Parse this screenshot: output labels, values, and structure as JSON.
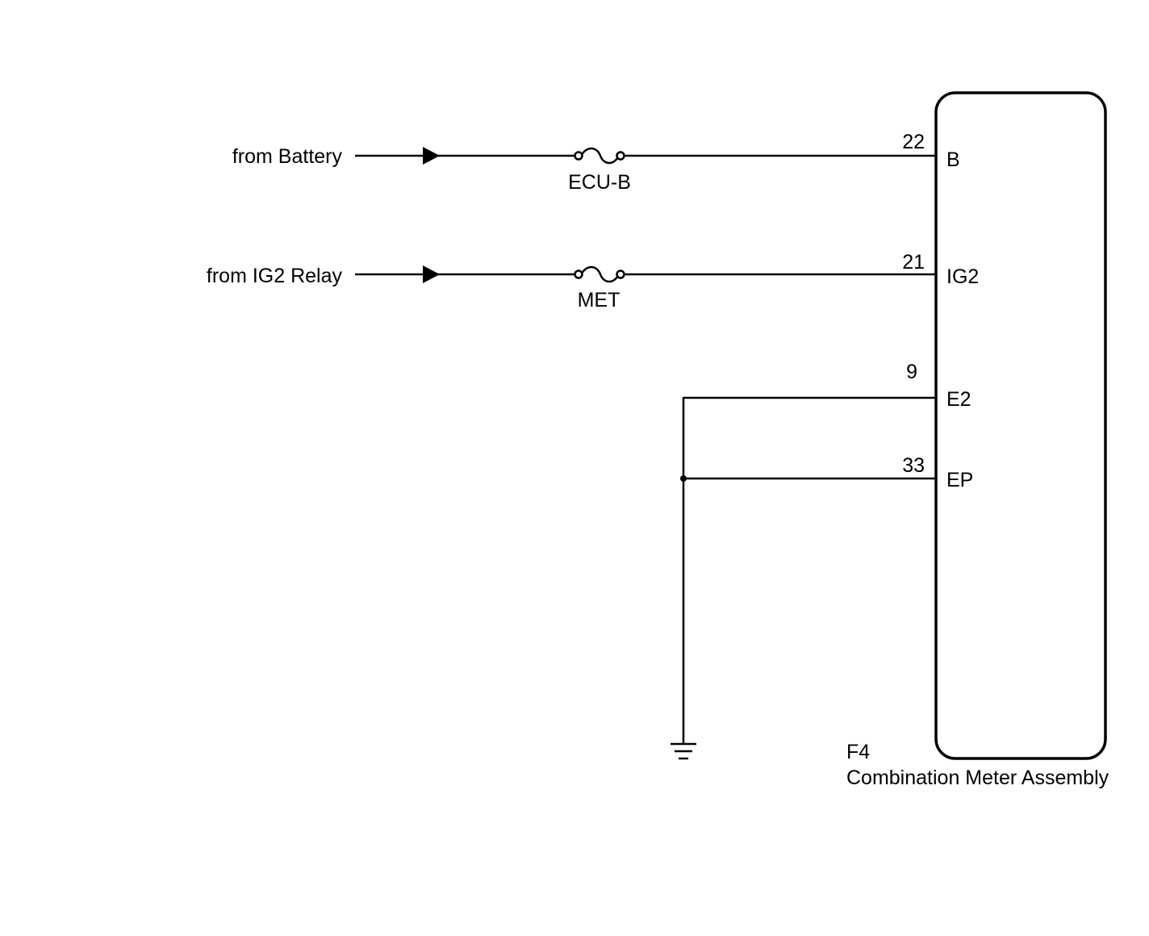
{
  "sources": [
    {
      "label": "from Battery",
      "fuse": "ECU-B",
      "pin_number": "22",
      "terminal": "B"
    },
    {
      "label": "from IG2 Relay",
      "fuse": "MET",
      "pin_number": "21",
      "terminal": "IG2"
    }
  ],
  "grounds": [
    {
      "pin_number": "9",
      "terminal": "E2"
    },
    {
      "pin_number": "33",
      "terminal": "EP"
    }
  ],
  "component": {
    "connector": "F4",
    "name": "Combination Meter Assembly"
  },
  "icons": {
    "ground": "ground-icon",
    "fuse": "fuse-icon",
    "arrow": "arrow-icon",
    "junction": "junction-dot-icon"
  }
}
